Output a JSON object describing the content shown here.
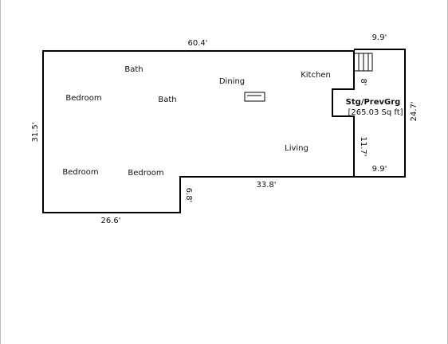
{
  "rooms": {
    "bath_top": "Bath",
    "bath_mid": "Bath",
    "dining": "Dining",
    "kitchen": "Kitchen",
    "bedroom_top": "Bedroom",
    "bedroom_bottom_left": "Bedroom",
    "bedroom_bottom_right": "Bedroom",
    "living": "Living",
    "storage_label": "Stg/PrevGrg",
    "storage_area": "[265.03 Sq ft]"
  },
  "dimensions": {
    "top": "60.4'",
    "top_right": "9.9'",
    "left": "31.5'",
    "bottom_left": "26.6'",
    "step_vertical": "6.8'",
    "bottom_middle": "33.8'",
    "kitchen_notch": "8'",
    "living_right": "11.7'",
    "storage_bottom": "9.9'",
    "storage_right": "24.7'"
  }
}
